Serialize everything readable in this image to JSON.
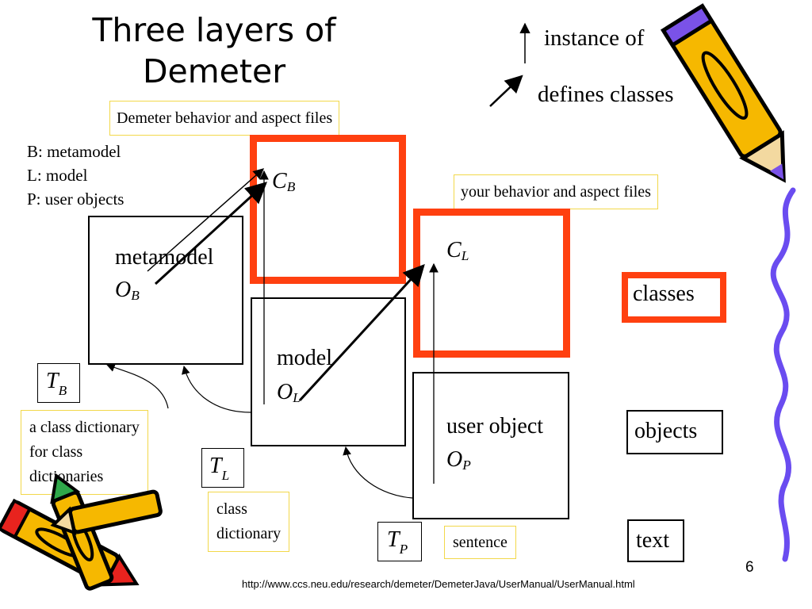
{
  "title": {
    "line1": "Three layers of",
    "line2": "Demeter"
  },
  "legend": {
    "instance_of": "instance of",
    "defines_classes": "defines classes"
  },
  "labels": {
    "demeter_files": "Demeter behavior and aspect files",
    "your_files": "your behavior and aspect files",
    "key_b": "B: metamodel",
    "key_l": "L: model",
    "key_p": "P: user objects",
    "class_dict_for_class_dicts": [
      "a class dictionary",
      "for class",
      "dictionaries"
    ],
    "class_dictionary": [
      "class",
      "dictionary"
    ],
    "sentence": "sentence"
  },
  "boxes": {
    "metamodel": {
      "name": "metamodel",
      "obj": "O",
      "sub": "B"
    },
    "model": {
      "name": "model",
      "obj": "O",
      "sub": "L"
    },
    "user_object": {
      "name": "user object",
      "obj": "O",
      "sub": "P"
    },
    "cb": {
      "sym": "C",
      "sub": "B"
    },
    "cl": {
      "sym": "C",
      "sub": "L"
    },
    "tb": {
      "sym": "T",
      "sub": "B"
    },
    "tl": {
      "sym": "T",
      "sub": "L"
    },
    "tp": {
      "sym": "T",
      "sub": "P"
    }
  },
  "kinds": {
    "classes": "classes",
    "objects": "objects",
    "text": "text"
  },
  "page_number": "6",
  "url": "http://www.ccs.neu.edu/research/demeter/DemeterJava/UserManual/UserManual.html",
  "colors": {
    "red_border": "#ff4010",
    "yellow_border": "#f2d84a",
    "pencil_body": "#f6b800",
    "pencil_tip_purple": "#7a52e8",
    "squiggle": "#6a4cf0"
  }
}
